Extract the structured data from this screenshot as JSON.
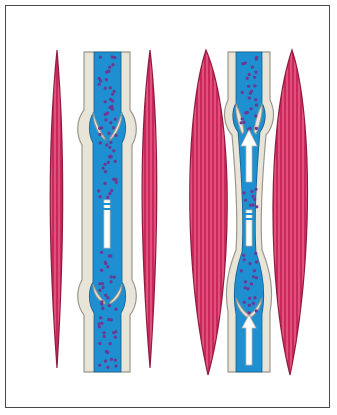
{
  "diagram": {
    "panels": [
      {
        "name": "relaxed-muscles",
        "state": "muscles relaxed, valves in vein",
        "muscle_count": 2,
        "valve_count": 2
      },
      {
        "name": "contracted-muscles",
        "state": "muscles contracted, blood pushed upward",
        "muscle_count": 2,
        "valve_count": 2,
        "arrow_count": 3
      }
    ],
    "colors": {
      "muscle_fill": "#c8285a",
      "muscle_stripe": "#f06a8e",
      "muscle_outline": "#8f1c40",
      "vein_wall": "#e9e4d8",
      "vein_wall_outline": "#9b978d",
      "blood": "#1e8fd0",
      "blood_outline": "#155f8c",
      "cells": "#6a3a93",
      "arrow": "#ffffff",
      "frame": "#4a4a4a"
    }
  }
}
